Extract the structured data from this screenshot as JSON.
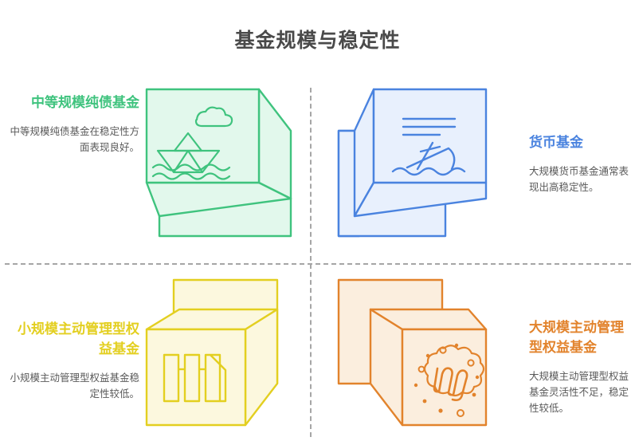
{
  "title": "基金规模与稳定性",
  "colors": {
    "title_text": "#4a4a4a",
    "body_text": "#5a5a5a",
    "divider": "#a6a6a6",
    "green": "#3fc37e",
    "green_fill": "#e2f8ec",
    "blue": "#4a83df",
    "blue_fill": "#e8f0fd",
    "yellow": "#e3cf20",
    "yellow_fill": "#fcf8de",
    "orange": "#e2832c",
    "orange_fill": "#fbeede"
  },
  "quadrants": [
    {
      "id": "medium-pure-bond-fund",
      "position": "top-left",
      "heading": "中等规模纯债基金",
      "description": "中等规模纯债基金在稳定性方面表现良好。",
      "accent": "#3fc37e",
      "fill": "#e2f8ec",
      "icon": "paper-boat-icon"
    },
    {
      "id": "money-market-fund",
      "position": "top-right",
      "heading": "货币基金",
      "description": "大规模货币基金通常表现出高稳定性。",
      "accent": "#4a83df",
      "fill": "#e8f0fd",
      "icon": "sinking-sailboat-icon"
    },
    {
      "id": "small-active-equity-fund",
      "position": "bottom-left",
      "heading": "小规模主动管理型权益基金",
      "description": "小规模主动管理型权益基金稳定性较低。",
      "accent": "#e3cf20",
      "fill": "#fcf8de",
      "icon": "building-columns-icon"
    },
    {
      "id": "large-active-equity-fund",
      "position": "bottom-right",
      "heading": "大规模主动管理型权益基金",
      "description": "大规模主动管理型权益基金灵活性不足，稳定性较低。",
      "accent": "#e2832c",
      "fill": "#fbeede",
      "icon": "cloud-letter-m-icon"
    }
  ]
}
